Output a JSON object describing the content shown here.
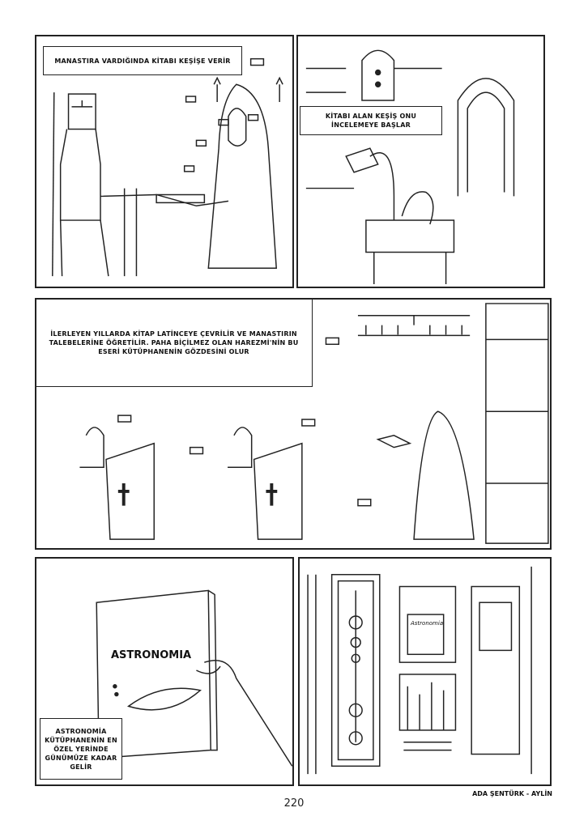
{
  "panels": [
    {
      "caption": "MANASTIRA VARDIĞINDA KİTABI KEŞİŞE VERİR"
    },
    {
      "caption": "KİTABI ALAN KEŞİŞ ONU İNCELEMEYE BAŞLAR"
    },
    {
      "caption": "İLERLEYEN YILLARDA KİTAP LATİNCEYE ÇEVRİLİR VE MANASTIRIN TALEBELERİNE ÖĞRETİLİR. PAHA BİÇİLMEZ OLAN HAREZMİ'NİN BU ESERİ KÜTÜPHANENİN GÖZDESİNİ OLUR"
    },
    {
      "caption": "ASTRONOMİA KÜTÜPHANENİN EN ÖZEL YERİNDE GÜNÜMÜZE KADAR GELİR",
      "book_title": "ASTRONOMIA"
    },
    {
      "shelf_label": "Astronomia"
    }
  ],
  "page_number": "220",
  "credit": "ADA ŞENTÜRK - AYLİN"
}
